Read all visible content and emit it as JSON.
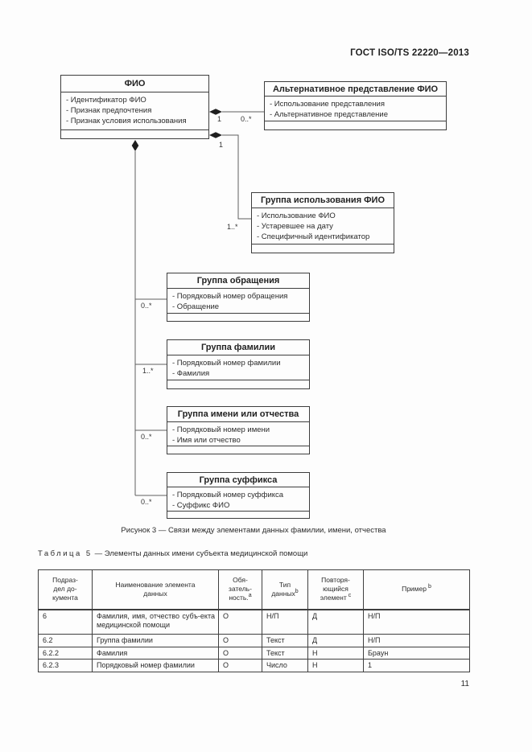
{
  "page": {
    "header": "ГОСТ ISO/TS 22220—2013",
    "page_number": "11"
  },
  "diagram": {
    "caption": "Рисунок 3 — Связи между элементами данных фамилии, имени, отчества",
    "fio": {
      "title": "ФИО",
      "attrs": [
        "- Идентификатор ФИО",
        "- Признак предпочтения",
        "- Признак условия использования"
      ]
    },
    "alt": {
      "title": "Альтернативное представление ФИО",
      "attrs": [
        "- Использование представления",
        "- Альтернативное представление"
      ]
    },
    "usage": {
      "title": "Группа использования ФИО",
      "attrs": [
        "- Использование ФИО",
        "- Устаревшее на дату",
        "- Специфичный идентификатор"
      ]
    },
    "salutation": {
      "title": "Группа обращения",
      "attrs": [
        "- Порядковый номер обращения",
        "- Обращение"
      ]
    },
    "family": {
      "title": "Группа фамилии",
      "attrs": [
        "- Порядковый номер фамилии",
        "- Фамилия"
      ]
    },
    "given": {
      "title": "Группа имени или отчества",
      "attrs": [
        "- Порядковый номер имени",
        "- Имя или отчество"
      ]
    },
    "suffix": {
      "title": "Группа суффикса",
      "attrs": [
        "- Порядковый номер суффикса",
        "- Суффикс ФИО"
      ]
    },
    "multiplicities": {
      "alt_source": "1",
      "alt_target": "0..*",
      "usage_source": "1",
      "usage_target": "1..*",
      "salutation_target": "0..*",
      "family_target": "1..*",
      "given_target": "0..*",
      "suffix_target": "0..*"
    }
  },
  "table": {
    "caption_label": "Таблица 5",
    "caption_text": "— Элементы данных имени субъекта медицинской помощи",
    "header": {
      "col1": {
        "lines": [
          "Подраз-",
          "дел до-",
          "кумента"
        ]
      },
      "col2": {
        "lines": [
          "Наименование элемента",
          "данных"
        ]
      },
      "col3": {
        "lines": [
          "Обя-",
          "затель-",
          "ность."
        ],
        "sup": "a"
      },
      "col4": {
        "lines": [
          "Тип",
          "данных"
        ],
        "sup": "b"
      },
      "col5": {
        "lines": [
          "Повторя-",
          "ющийся",
          "элемент"
        ],
        "sup": "c"
      },
      "col6": {
        "text": "Пример",
        "sup": "b"
      }
    },
    "rows": [
      [
        "6",
        "Фамилия, имя, отчество субъ-екта медицинской помощи",
        "О",
        "Н/П",
        "Д",
        "Н/П"
      ],
      [
        "6.2",
        "Группа фамилии",
        "О",
        "Текст",
        "Д",
        "Н/П"
      ],
      [
        "6.2.2",
        "Фамилия",
        "О",
        "Текст",
        "Н",
        "Браун"
      ],
      [
        "6.2.3",
        "Порядковый номер фамилии",
        "О",
        "Число",
        "Н",
        "1"
      ]
    ]
  }
}
